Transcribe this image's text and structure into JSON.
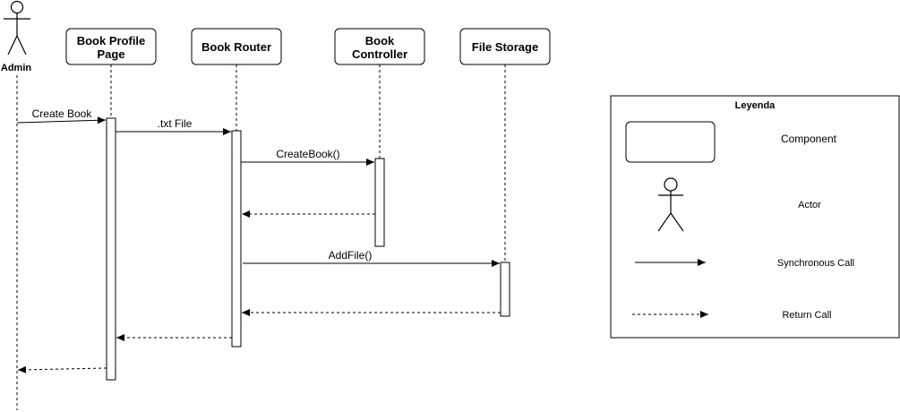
{
  "actor": {
    "name": "Admin"
  },
  "participants": {
    "book_profile_page": {
      "line1": "Book Profile",
      "line2": "Page"
    },
    "book_router": {
      "label": "Book Router"
    },
    "book_controller": {
      "line1": "Book",
      "line2": "Controller"
    },
    "file_storage": {
      "label": "File Storage"
    }
  },
  "messages": {
    "create_book": "Create Book",
    "txt_file": ".txt File",
    "create_book_call": "CreateBook()",
    "add_file_call": "AddFile()"
  },
  "legend": {
    "title": "Leyenda",
    "component": "Component",
    "actor": "Actor",
    "sync_call": "Synchronous Call",
    "return_call": "Return Call"
  }
}
